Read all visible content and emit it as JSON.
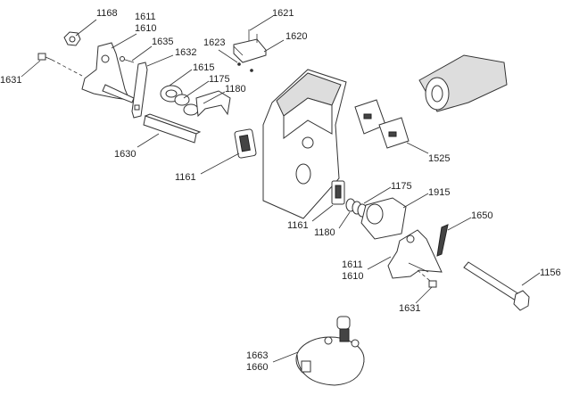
{
  "labels": {
    "p1168": "1168",
    "p1611_top": "1611",
    "p1610_top": "1610",
    "p1635": "1635",
    "p1631_top": "1631",
    "p1632": "1632",
    "p1615": "1615",
    "p1175_top": "1175",
    "p1180_top": "1180",
    "p1630": "1630",
    "p1621": "1621",
    "p1623": "1623",
    "p1620": "1620",
    "p1161_top": "1161",
    "p1525": "1525",
    "p1175_bot": "1175",
    "p1915": "1915",
    "p1161_bot": "1161",
    "p1180_bot": "1180",
    "p1650": "1650",
    "p1611_bot": "1611",
    "p1610_bot": "1610",
    "p1156": "1156",
    "p1631_bot": "1631",
    "p1663": "1663",
    "p1660": "1660"
  }
}
